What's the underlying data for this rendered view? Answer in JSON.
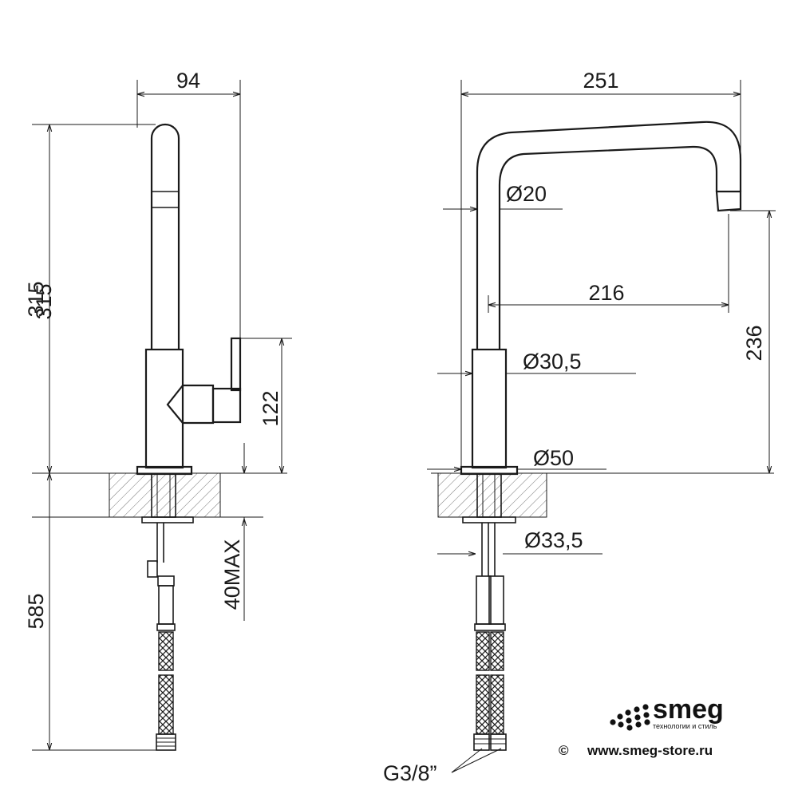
{
  "dimensions": {
    "side_width": "94",
    "side_height": "315",
    "side_height_ghost": "315",
    "lever_height": "122",
    "under_length": "585",
    "mount_max": "40MAX",
    "front_width": "251",
    "spout_diameter": "Ø20",
    "spout_reach": "216",
    "spout_height": "236",
    "body_diameter": "Ø30,5",
    "base_diameter": "Ø50",
    "shank_diameter": "Ø33,5",
    "thread": "G3/8”"
  },
  "brand": {
    "logo": "smeg",
    "tagline": "технологии и стиль",
    "copyright_symbol": "©",
    "website": "www.smeg-store.ru"
  }
}
